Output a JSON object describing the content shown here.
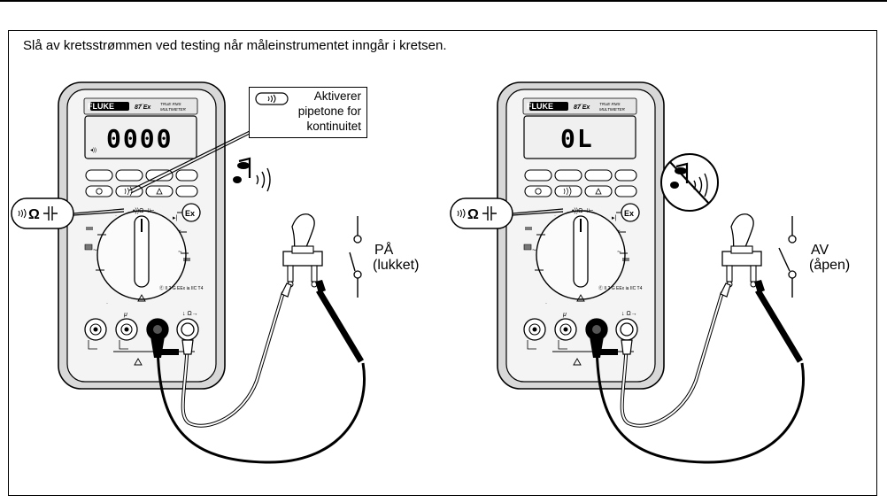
{
  "caption": "Slå av kretsstrømmen ved testing når måleinstrumentet inngår i kretsen.",
  "callout": {
    "lines": [
      "Aktiverer",
      "pipetone for",
      "kontinuitet"
    ]
  },
  "meter": {
    "brand": "FLUKE",
    "model": "87̅ Ex",
    "subtitle_1": "TRUE RMS",
    "subtitle_2": "MULTIMETER",
    "ex_mark": "Ex",
    "certification": "Ⓔ II 2 G EEx ia IIC T4",
    "dial_symbol": "Ω"
  },
  "left_panel": {
    "display": "0000",
    "switch_label": [
      "PÅ",
      "(lukket)"
    ],
    "beeper": "on"
  },
  "right_panel": {
    "display": "0L",
    "switch_label": [
      "AV",
      "(åpen)"
    ],
    "beeper": "off"
  },
  "colors": {
    "ink": "#000000",
    "paper": "#ffffff",
    "meter_gray": "#ededed"
  }
}
